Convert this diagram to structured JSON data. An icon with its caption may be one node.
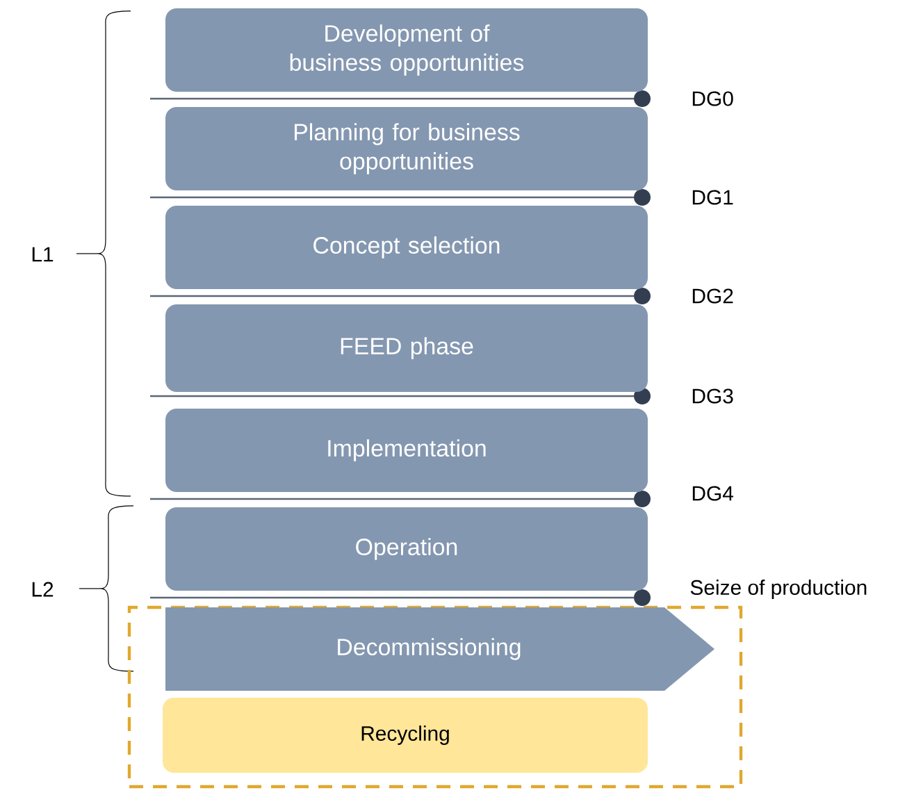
{
  "diagram": {
    "nodes": [
      {
        "text": [
          "Development of business opportunities"
        ]
      },
      {
        "text": [
          "Planning for business opportunities"
        ]
      },
      {
        "text": [
          "Concept selection"
        ]
      },
      {
        "text": [
          "FEED phase"
        ]
      },
      {
        "text": [
          "Implementation"
        ]
      },
      {
        "text": [
          "Operation"
        ]
      },
      {
        "text": [],
        "shape": "box"
      },
      {
        "text": [
          "Decommissioning"
        ],
        "in": 6
      },
      {
        "text": [
          "Recycling"
        ],
        "in": 6
      }
    ],
    "edges": [],
    "labels": [
      "L1",
      "DG0",
      "DG1",
      "DG2",
      "DG3",
      "DG4",
      "L2",
      "Seize of production"
    ]
  }
}
